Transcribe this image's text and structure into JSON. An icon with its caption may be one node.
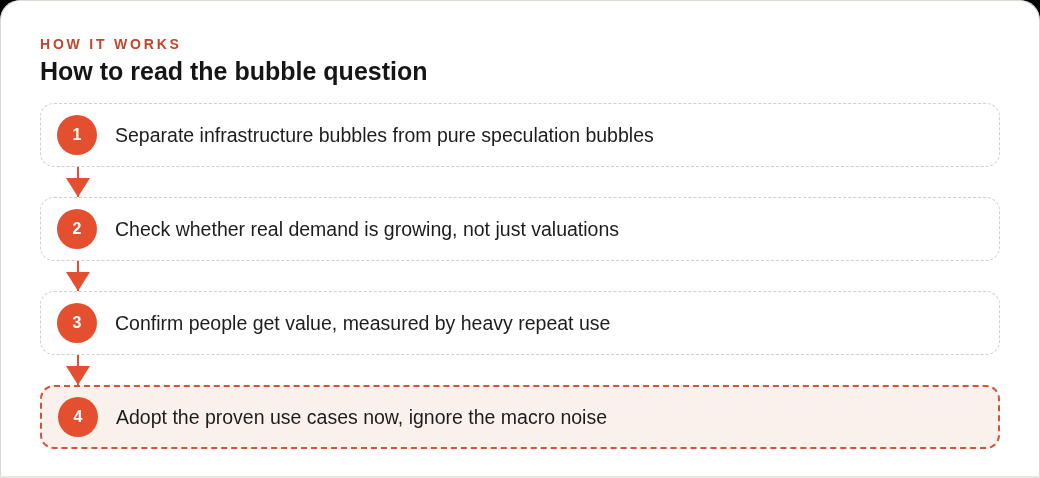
{
  "diagram": {
    "title": "How to read the bubble question",
    "nodes": [
      {
        "text": [
          "Separate infrastructure bubbles from pure speculation bubbles"
        ]
      },
      {
        "text": [
          "1"
        ],
        "in": 0
      },
      {
        "text": [
          "Check whether real demand is growing, not just valuations"
        ]
      },
      {
        "text": [
          "2"
        ],
        "in": 2
      },
      {
        "text": [
          "Confirm people get value, measured by heavy repeat use"
        ]
      },
      {
        "text": [
          "3"
        ],
        "in": 4
      },
      {
        "text": [
          "Adopt the proven use cases now, ignore the macro noise"
        ]
      },
      {
        "text": [
          "4"
        ],
        "in": 6
      }
    ],
    "edges": [
      {
        "from": 0,
        "to": 2,
        "arrow": "to"
      },
      {
        "from": 2,
        "to": 4,
        "arrow": "to"
      },
      {
        "from": 4,
        "to": 6,
        "arrow": "to"
      }
    ],
    "labels": [
      "HOW IT WORKS"
    ]
  }
}
